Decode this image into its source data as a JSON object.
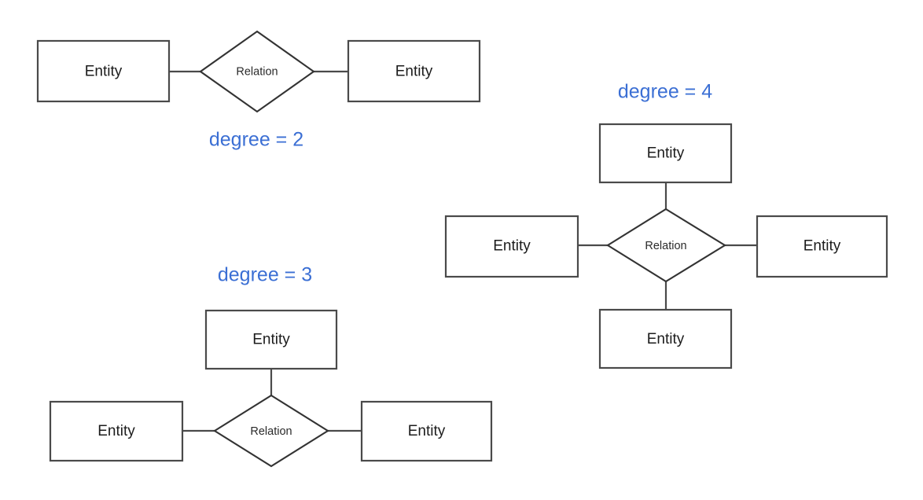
{
  "page": {
    "background_color": "#ffffff",
    "entity_label": "Entity",
    "relation_label": "Relation",
    "shape_stroke_color": "#4a4a4a",
    "diamond_stroke_color": "#333333",
    "degree_label_color": "#3b6fd4"
  },
  "diagrams": [
    {
      "id": "degree-2",
      "degree_label": "degree = 2",
      "degree": 2,
      "relation": "Relation",
      "entities": [
        {
          "position": "left",
          "label": "Entity"
        },
        {
          "position": "right",
          "label": "Entity"
        }
      ]
    },
    {
      "id": "degree-3",
      "degree_label": "degree = 3",
      "degree": 3,
      "relation": "Relation",
      "entities": [
        {
          "position": "top",
          "label": "Entity"
        },
        {
          "position": "left",
          "label": "Entity"
        },
        {
          "position": "right",
          "label": "Entity"
        }
      ]
    },
    {
      "id": "degree-4",
      "degree_label": "degree = 4",
      "degree": 4,
      "relation": "Relation",
      "entities": [
        {
          "position": "top",
          "label": "Entity"
        },
        {
          "position": "left",
          "label": "Entity"
        },
        {
          "position": "right",
          "label": "Entity"
        },
        {
          "position": "bottom",
          "label": "Entity"
        }
      ]
    }
  ]
}
